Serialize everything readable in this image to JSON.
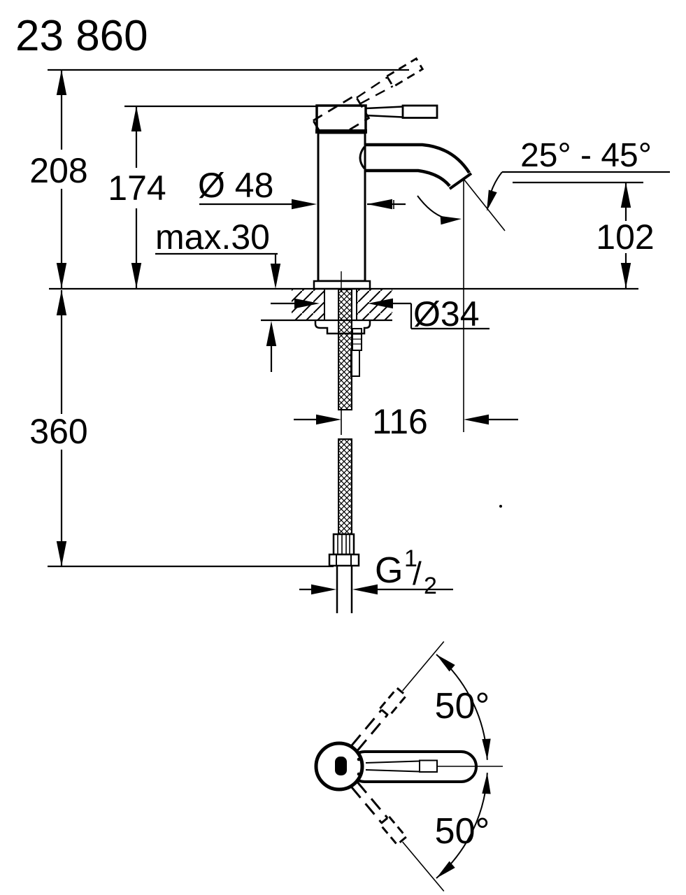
{
  "title": {
    "product_number": "23 860"
  },
  "front_view": {
    "dim_total_height": "208",
    "dim_body_height": "174",
    "dim_body_diameter": "Ø 48",
    "dim_deck_thickness_max": "max.30",
    "dim_spout_angle_range": "25° - 45°",
    "dim_spout_outlet_height": "102",
    "dim_hole_diameter": "Ø34",
    "dim_hose_length": "360",
    "dim_spout_reach": "116",
    "dim_thread": {
      "g": "G",
      "numerator": "1",
      "slash": "/",
      "denominator": "2"
    }
  },
  "top_view": {
    "dim_handle_swing_upper": "50°",
    "dim_handle_swing_lower": "50°"
  },
  "colors": {
    "line": "#000000",
    "background": "#ffffff"
  }
}
